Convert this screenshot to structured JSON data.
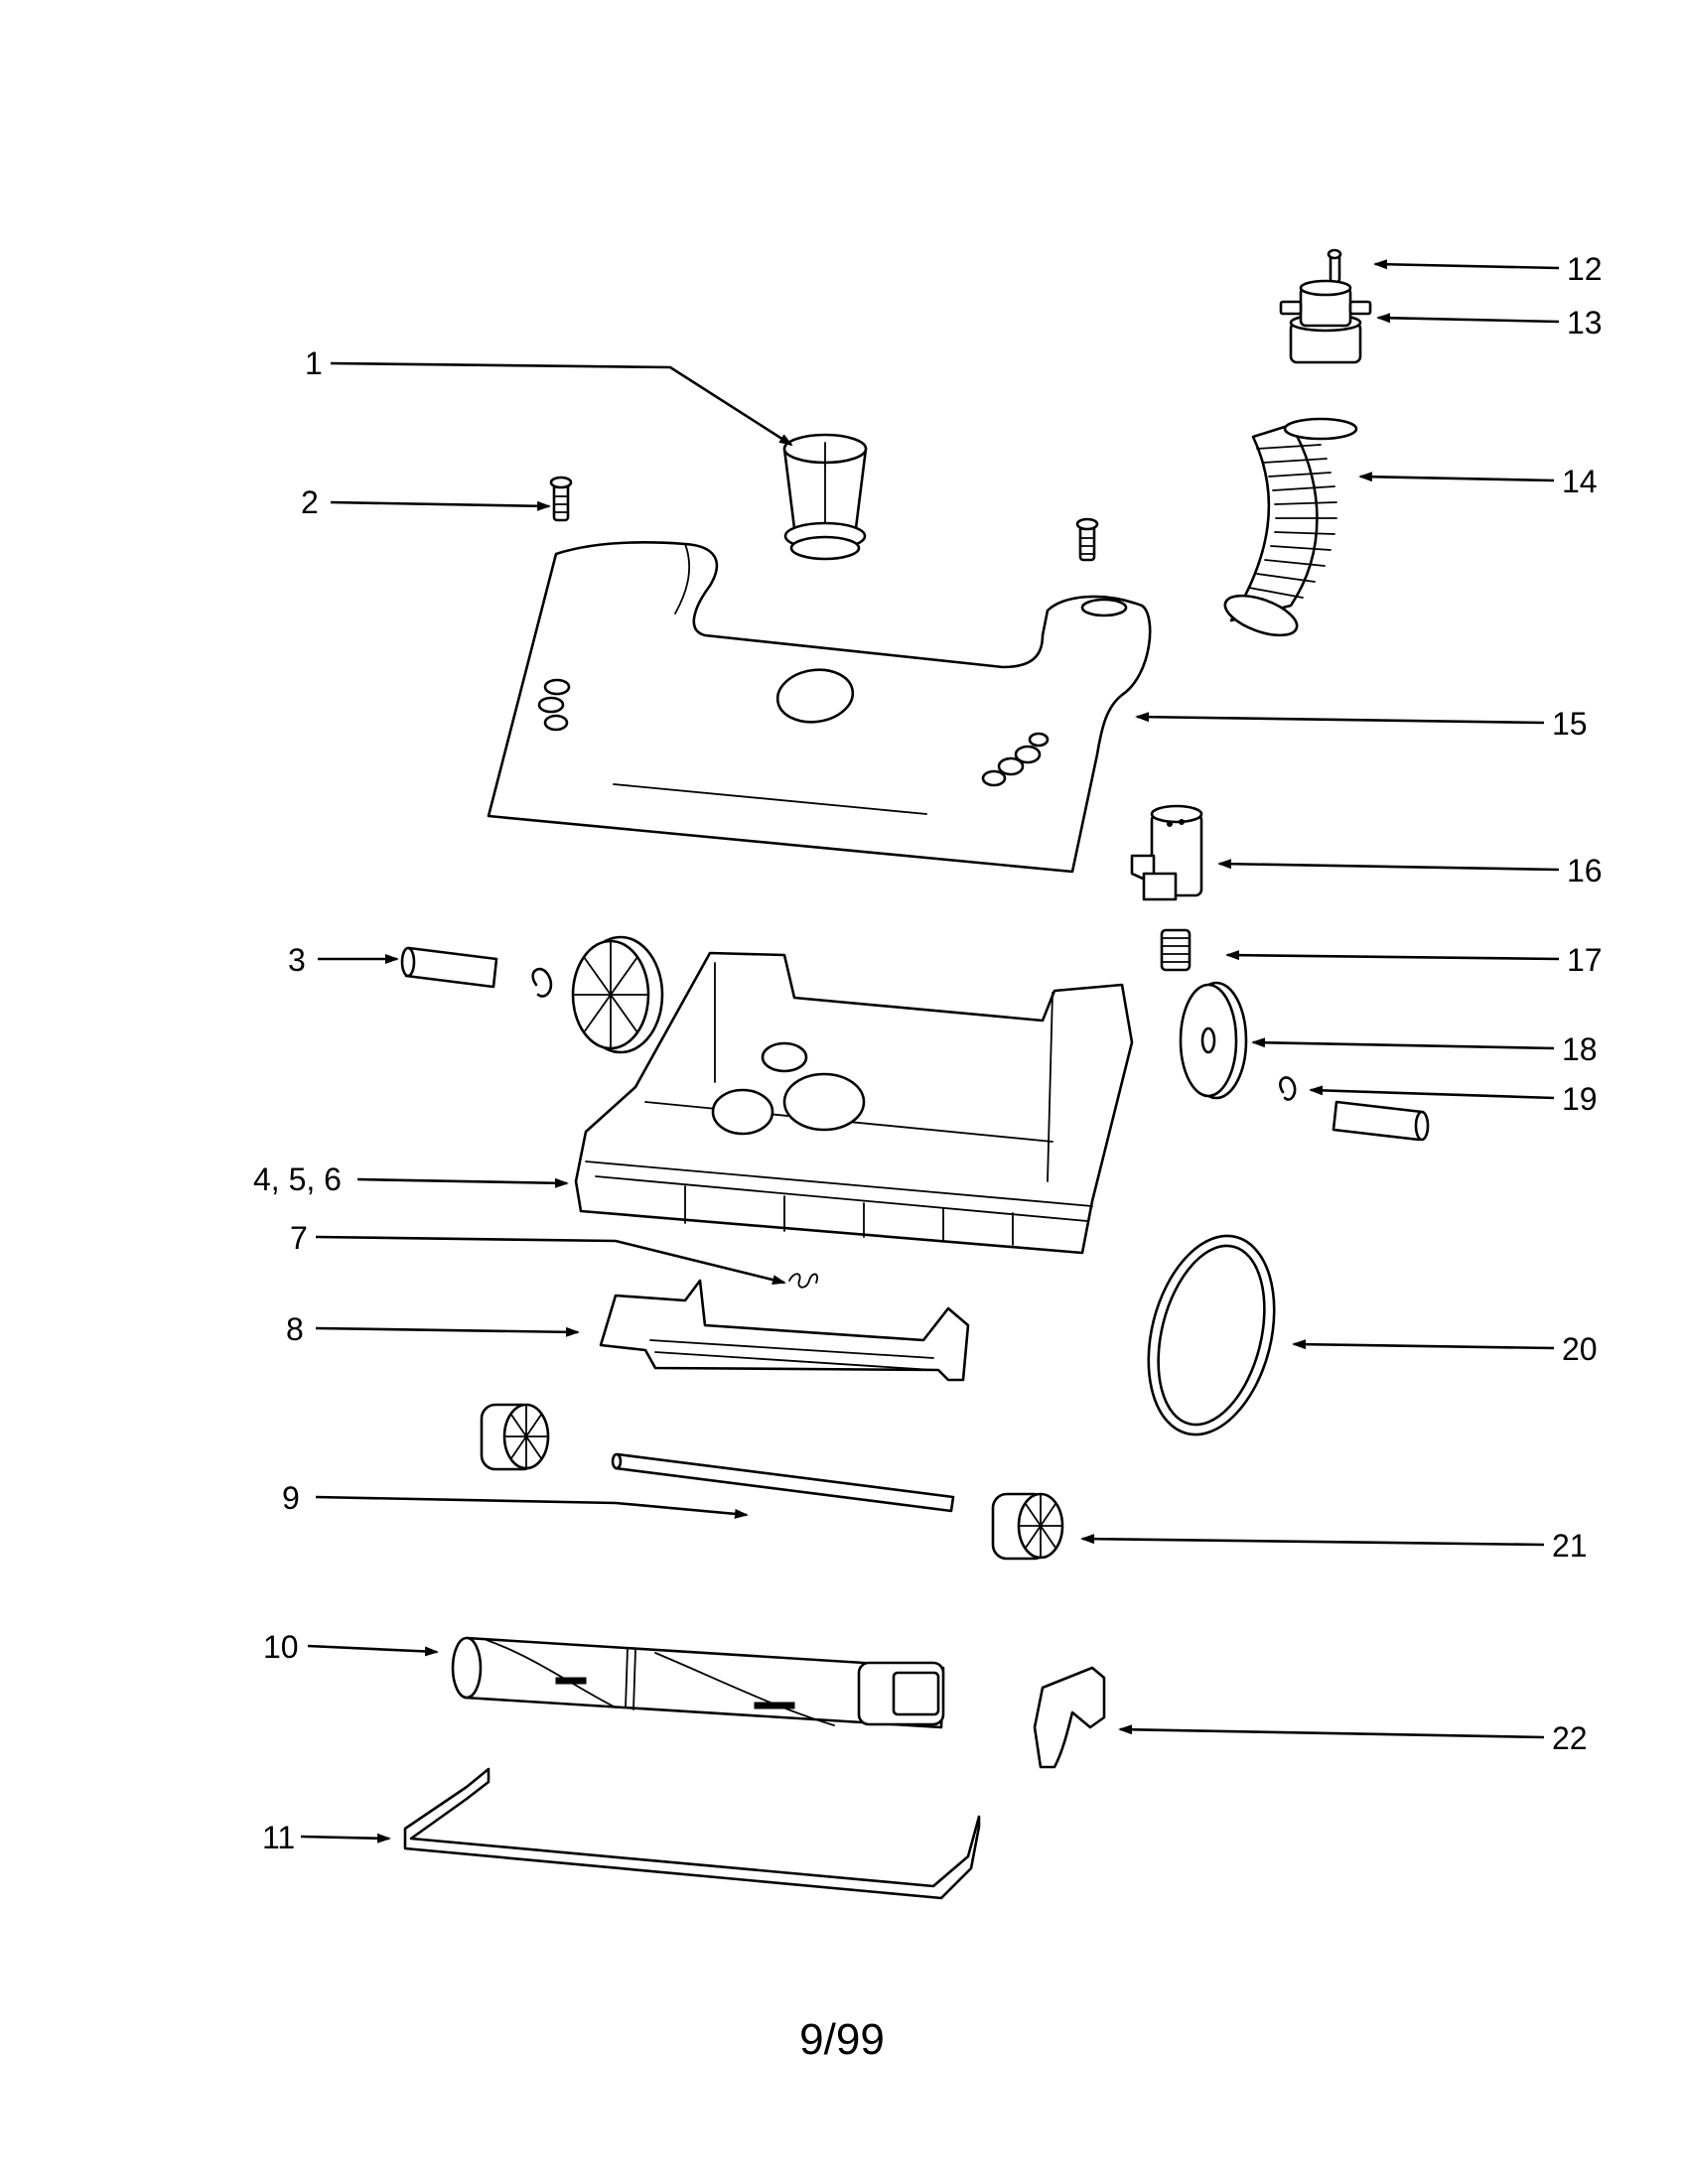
{
  "callouts": [
    {
      "id": "1",
      "label": "1"
    },
    {
      "id": "2",
      "label": "2"
    },
    {
      "id": "3",
      "label": "3"
    },
    {
      "id": "4-5-6",
      "label": "4, 5, 6"
    },
    {
      "id": "7",
      "label": "7"
    },
    {
      "id": "8",
      "label": "8"
    },
    {
      "id": "9",
      "label": "9"
    },
    {
      "id": "10",
      "label": "10"
    },
    {
      "id": "11",
      "label": "11"
    },
    {
      "id": "12",
      "label": "12"
    },
    {
      "id": "13",
      "label": "13"
    },
    {
      "id": "14",
      "label": "14"
    },
    {
      "id": "15",
      "label": "15"
    },
    {
      "id": "16",
      "label": "16"
    },
    {
      "id": "17",
      "label": "17"
    },
    {
      "id": "18",
      "label": "18"
    },
    {
      "id": "19",
      "label": "19"
    },
    {
      "id": "20",
      "label": "20"
    },
    {
      "id": "21",
      "label": "21"
    },
    {
      "id": "22",
      "label": "22"
    }
  ],
  "footer": {
    "date_code": "9/99"
  }
}
